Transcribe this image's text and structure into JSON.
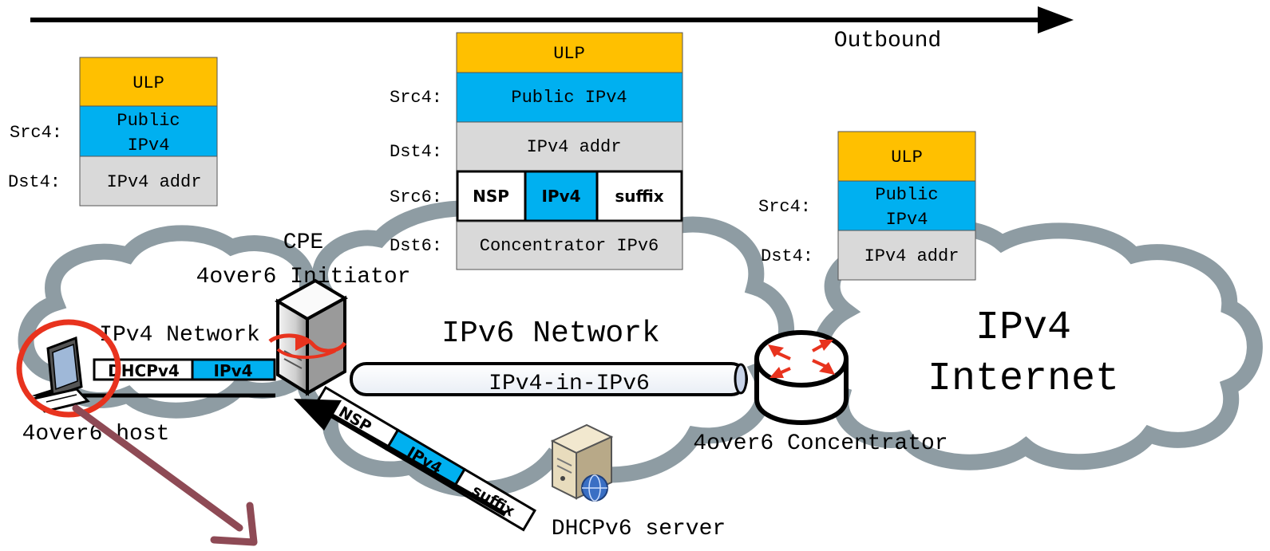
{
  "direction": {
    "label": "Outbound"
  },
  "clouds": {
    "ipv4_network": "IPv4 Network",
    "ipv6_network": "IPv6 Network",
    "ipv4_internet": [
      "IPv4",
      "Internet"
    ]
  },
  "nodes": {
    "cpe": [
      "CPE",
      "4over6 Initiator"
    ],
    "host": "4over6 host",
    "concentrator": "4over6 Concentrator",
    "dhcpv6_server": "DHCPv6 server"
  },
  "tunnel": {
    "label": "IPv4-in-IPv6"
  },
  "packets": {
    "host_packet": {
      "ulp": "ULP",
      "src_label": "Src4:",
      "src_value": [
        "Public",
        "IPv4"
      ],
      "dst_label": "Dst4:",
      "dst_value": "IPv4 addr"
    },
    "tunnel_packet": {
      "ulp": "ULP",
      "src4_label": "Src4:",
      "src4_value": "Public IPv4",
      "dst4_label": "Dst4:",
      "dst4_value": "IPv4 addr",
      "src6_label": "Src6:",
      "src6_parts": [
        "NSP",
        "IPv4",
        "suffix"
      ],
      "dst6_label": "Dst6:",
      "dst6_value": "Concentrator IPv6"
    },
    "internet_packet": {
      "ulp": "ULP",
      "src_label": "Src4:",
      "src_value": [
        "Public",
        "IPv4"
      ],
      "dst_label": "Dst4:",
      "dst_value": "IPv4 addr"
    }
  },
  "messages": {
    "dhcpv4": [
      "DHCPv4",
      "IPv4"
    ],
    "dhcpv6": [
      "NSP",
      "IPv4",
      "suffix"
    ]
  },
  "colors": {
    "ulp": "#FFC000",
    "ipv4": "#00B0F0",
    "addr": "#D9D9D9",
    "cloud_edge": "#8E9CA3",
    "highlight": "#E8331E",
    "pointer_arrow": "#8E4A55"
  }
}
